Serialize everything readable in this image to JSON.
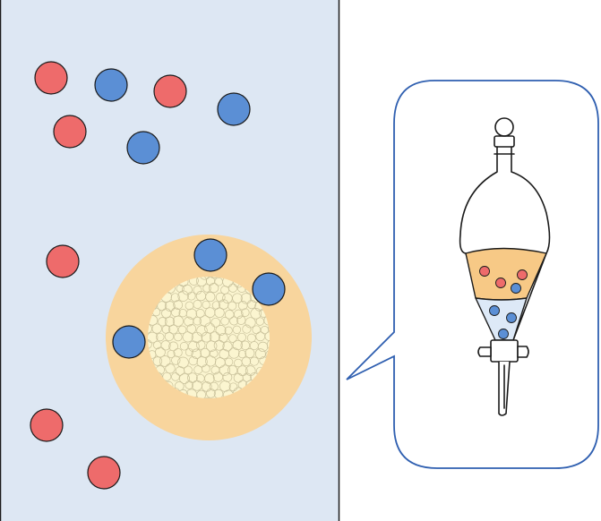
{
  "colors": {
    "left_panel_fill": "#dde7f3",
    "left_panel_stroke": "#1a1a1a",
    "red_particle": "#ee6b6b",
    "blue_particle": "#5b8fd5",
    "particle_outline": "#1a1a1a",
    "orange_layer": "#f8d59d",
    "core_fill": "#fbf5d0",
    "core_bubble_stroke": "#c8c09a",
    "callout_stroke": "#2f5fb0",
    "callout_fill": "#ffffff",
    "flask_stroke": "#1a1a1a",
    "flask_upper_liquid": "#f7c986",
    "flask_lower_liquid": "#dde9f7"
  },
  "diagram": {
    "left_scene": {
      "free_particles": [
        {
          "type": "red"
        },
        {
          "type": "blue"
        },
        {
          "type": "red"
        },
        {
          "type": "blue"
        },
        {
          "type": "red"
        },
        {
          "type": "blue"
        },
        {
          "type": "red"
        },
        {
          "type": "red"
        },
        {
          "type": "red"
        }
      ],
      "droplet": {
        "outer_layer": "orange",
        "core": "bubbly",
        "attached_particles": [
          {
            "type": "blue"
          },
          {
            "type": "blue"
          },
          {
            "type": "blue"
          }
        ]
      }
    },
    "callout": {
      "icon": "separatory-funnel-icon",
      "upper_phase_particles": [
        {
          "type": "red"
        },
        {
          "type": "red"
        },
        {
          "type": "red"
        },
        {
          "type": "blue"
        }
      ],
      "lower_phase_particles": [
        {
          "type": "blue"
        },
        {
          "type": "blue"
        },
        {
          "type": "blue"
        }
      ]
    }
  }
}
